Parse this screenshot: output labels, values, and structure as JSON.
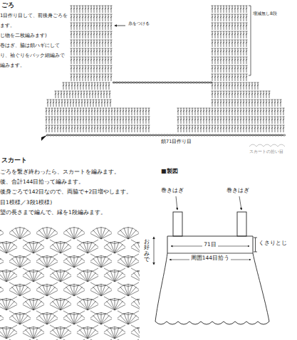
{
  "diagram": {
    "labels": [
      "ごろ",
      "1目作り目して、前後身ごろを",
      "ます。",
      "じ物を二枚編みます)",
      "巻はぎ、脇は鎖ハギにして",
      "り、袖ぐりをバック細編みで",
      "編みます。",
      "糸をつける",
      "増減無し8段",
      "鎖71目作り目",
      "スカートの拾い目",
      "スカート",
      "ごろを繋ぎ終わったら、スカートを編みます。",
      "後、合計144目拾って編みます。",
      "後身ごろで142目なので、両脇で+2目増やします。",
      "目1模様／3段1模様)",
      "望の長さまで編んで、縁を1段編みます。",
      "■製図",
      "巻きはぎ",
      "巻きはぎ",
      "お好みで",
      "71目",
      "周囲144目拾う",
      "くさりとじ"
    ]
  }
}
